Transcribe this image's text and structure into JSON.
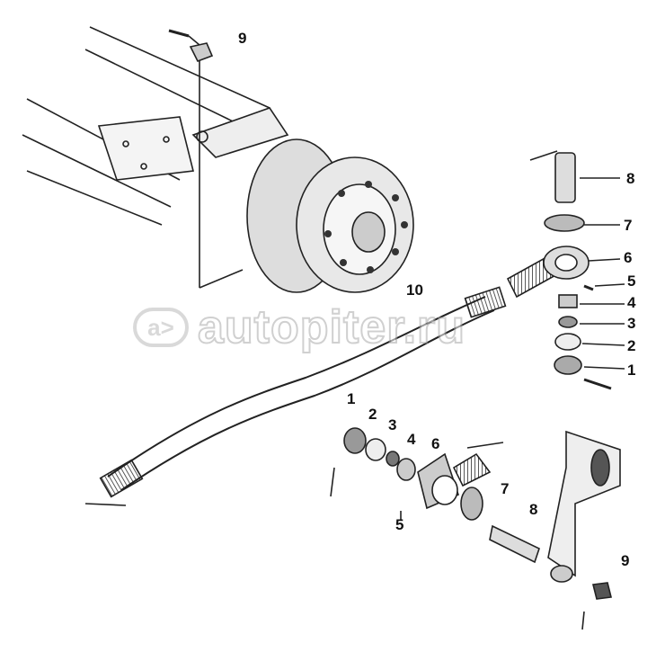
{
  "watermark": {
    "logo": "a>",
    "text": "autopiter.ru"
  },
  "upper_assembly": {
    "callouts": [
      "9",
      "8",
      "7",
      "6",
      "5",
      "4",
      "3",
      "2",
      "1",
      "10"
    ]
  },
  "lower_assembly": {
    "callouts": [
      "1",
      "2",
      "3",
      "4",
      "6",
      "7",
      "8",
      "9",
      "5"
    ]
  }
}
